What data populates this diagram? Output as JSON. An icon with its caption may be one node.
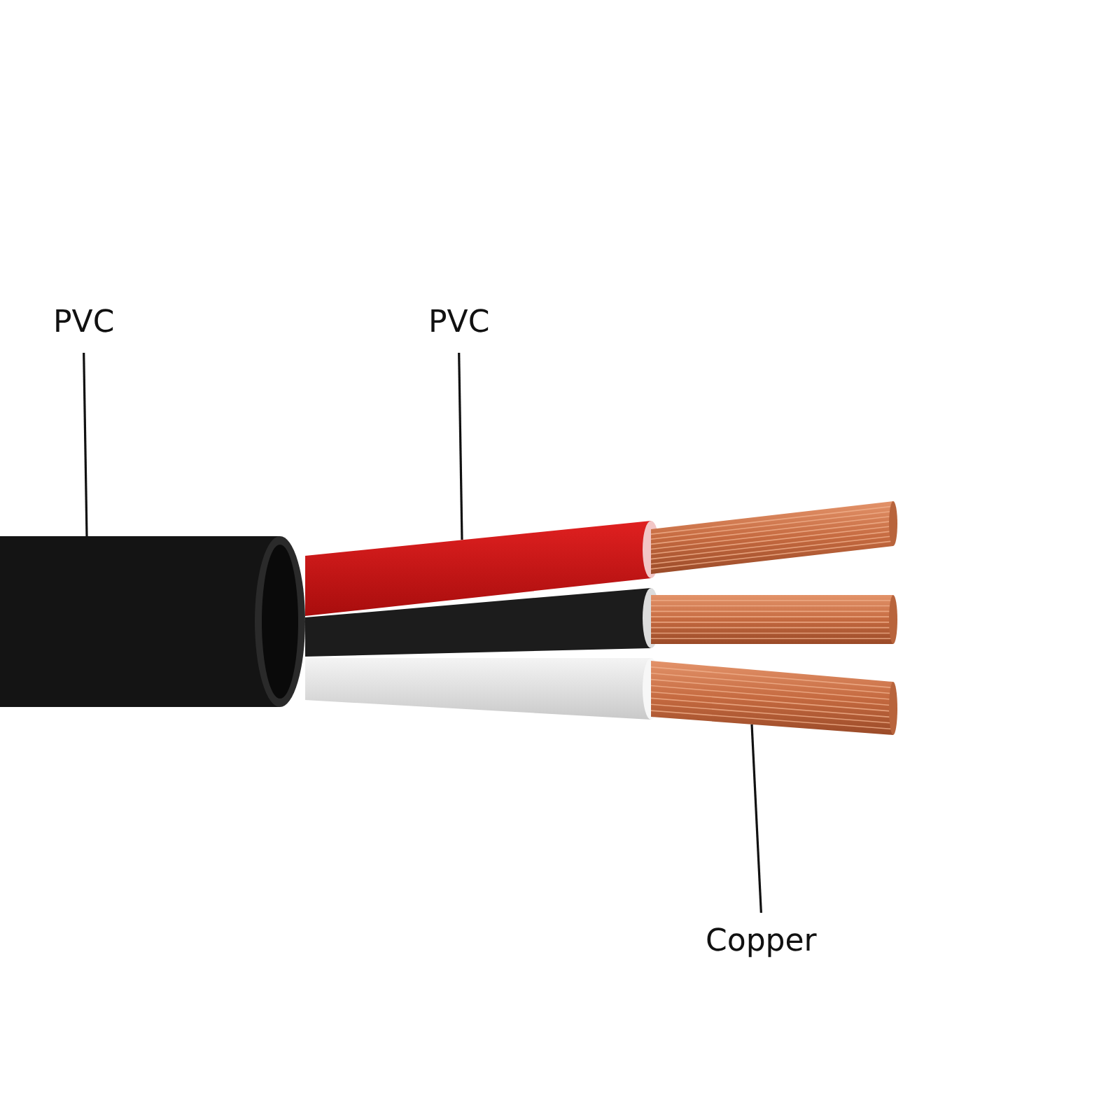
{
  "diagram": {
    "nodes": [
      {
        "text": [
          "PVC"
        ]
      },
      {
        "text": [],
        "shape": "cylinder"
      },
      {
        "text": [
          "PVC"
        ]
      },
      {
        "text": [],
        "shape": "bar"
      },
      {
        "text": [],
        "shape": "bar"
      },
      {
        "text": [],
        "shape": "bar"
      },
      {
        "text": [],
        "shape": "bar"
      },
      {
        "text": [],
        "shape": "bar"
      },
      {
        "text": [],
        "shape": "bar"
      },
      {
        "text": [
          "Copper"
        ]
      }
    ],
    "edges": [
      {
        "from": 0,
        "to": 1,
        "arrow": "none"
      },
      {
        "from": 2,
        "to": 3,
        "arrow": "none"
      },
      {
        "from": 9,
        "to": 8,
        "arrow": "none"
      }
    ]
  }
}
